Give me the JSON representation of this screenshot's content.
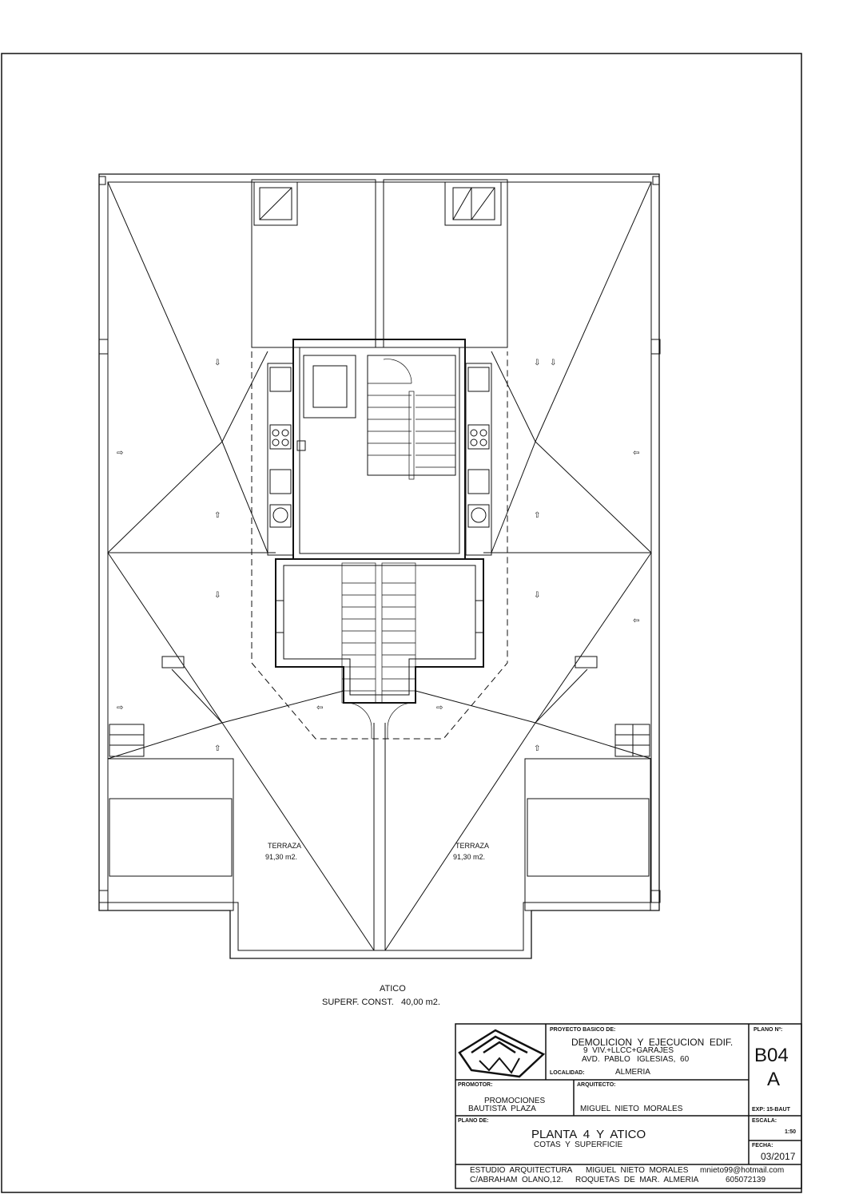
{
  "plan": {
    "terraza_left": {
      "label": "TERRAZA",
      "area": "91,30 m2."
    },
    "terraza_right": {
      "label": "TERRAZA",
      "area": "91,30 m2."
    },
    "atico": {
      "label": "ATICO",
      "area": "SUPERF. CONST.   40,00 m2."
    }
  },
  "title_block": {
    "proyecto_label": "PROYECTO BASICO DE:",
    "proyecto_line1": "DEMOLICION  Y  EJECUCION  EDIF.",
    "proyecto_line2": "9  VIV.+LLCC+GARAJES",
    "proyecto_line3": "AVD.  PABLO   IGLESIAS,  60",
    "localidad_label": "LOCALIDAD:",
    "localidad": "ALMERIA",
    "plano_n_label": "PLANO Nº:",
    "plano_n": "B04",
    "plano_rev": "A",
    "exp": "EXP: 15-BAUT",
    "promotor_label": "PROMOTOR:",
    "promotor_line1": "PROMOCIONES",
    "promotor_line2": "BAUTISTA  PLAZA",
    "arquitecto_label": "ARQUITECTO:",
    "arquitecto": "MIGUEL  NIETO  MORALES",
    "plano_de_label": "PLANO DE:",
    "plano_de": "PLANTA  4  Y  ATICO",
    "plano_de_sub": "COTAS  Y  SUPERFICIE",
    "escala_label": "ESCALA:",
    "escala": "1:50",
    "fecha_label": "FECHA:",
    "fecha": "03/2017",
    "footer_line1_a": "ESTUDIO  ARQUITECTURA",
    "footer_line1_b": "MIGUEL  NIETO  MORALES",
    "footer_line1_c": "mnieto99@hotmail.com",
    "footer_line2_a": "C/ABRAHAM  OLANO,12.",
    "footer_line2_b": "ROQUETAS  DE  MAR.  ALMERIA",
    "footer_line2_c": "605072139"
  }
}
